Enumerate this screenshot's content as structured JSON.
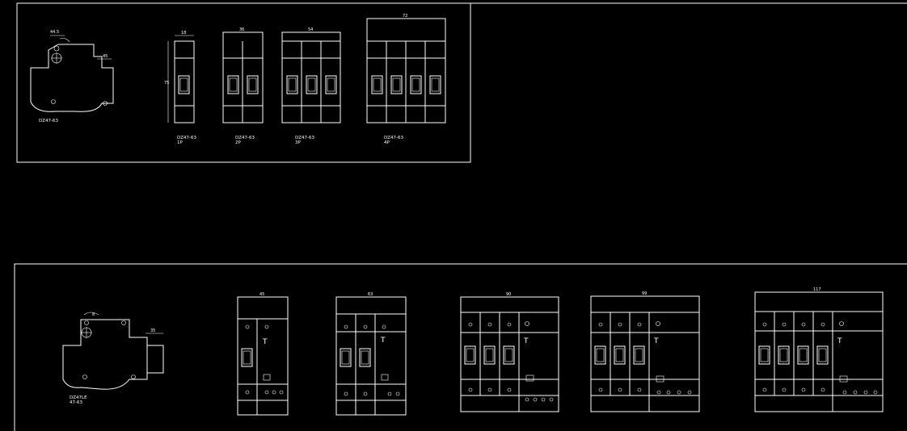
{
  "top_panel": {
    "side_view": {
      "dims": [
        "44.5",
        "45"
      ],
      "label": "DZ47-63"
    },
    "breakers": [
      {
        "width_dim": "18",
        "height_dim": "75",
        "poles": 1,
        "label_line1": "DZ47-63",
        "label_line2": "1P"
      },
      {
        "width_dim": "36",
        "poles": 2,
        "label_line1": "DZ47-63",
        "label_line2": "2P"
      },
      {
        "width_dim": "54",
        "poles": 3,
        "label_line1": "DZ47-63",
        "label_line2": "3P"
      },
      {
        "width_dim": "72",
        "poles": 4,
        "label_line1": "DZ47-63",
        "label_line2": "4P"
      }
    ]
  },
  "bottom_panel": {
    "side_view": {
      "dims": [
        "8",
        "35"
      ],
      "label_line1": "DZ47LE",
      "label_line2": "47-63"
    },
    "rcbos": [
      {
        "width_dim": "45",
        "poles": 1,
        "test_label": "T"
      },
      {
        "width_dim": "63",
        "poles": 2,
        "test_label": "T"
      },
      {
        "width_dim": "90",
        "poles": 3,
        "test_label": "T"
      },
      {
        "width_dim": "99",
        "poles": 3,
        "test_label": "T"
      },
      {
        "width_dim": "117",
        "poles": 4,
        "test_label": "T"
      }
    ]
  },
  "colors": {
    "background": "#000000",
    "line": "#ffffff"
  }
}
